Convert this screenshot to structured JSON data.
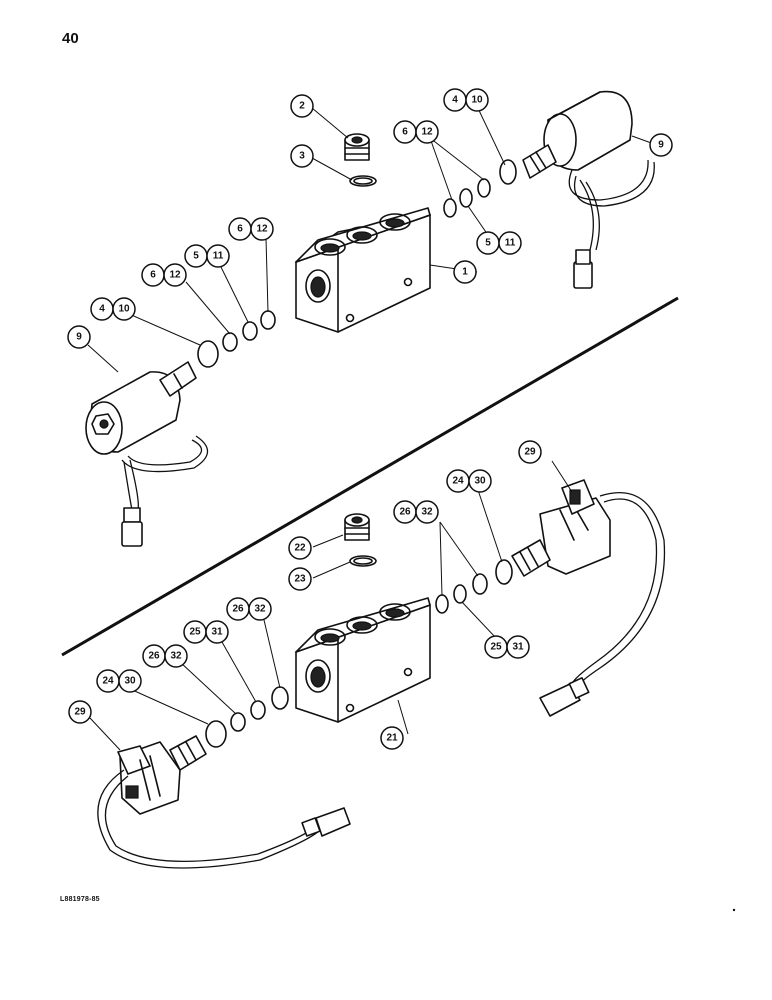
{
  "page_number": "40",
  "figure_code": "L881978-85",
  "callouts": {
    "c1": "1",
    "c2": "2",
    "c3": "3",
    "c4": "4",
    "c5": "5",
    "c6": "6",
    "c9": "9",
    "c10": "10",
    "c11": "11",
    "c12": "12",
    "c21": "21",
    "c22": "22",
    "c23": "23",
    "c24": "24",
    "c25": "25",
    "c26": "26",
    "c29": "29",
    "c30": "30",
    "c31": "31",
    "c32": "32"
  }
}
